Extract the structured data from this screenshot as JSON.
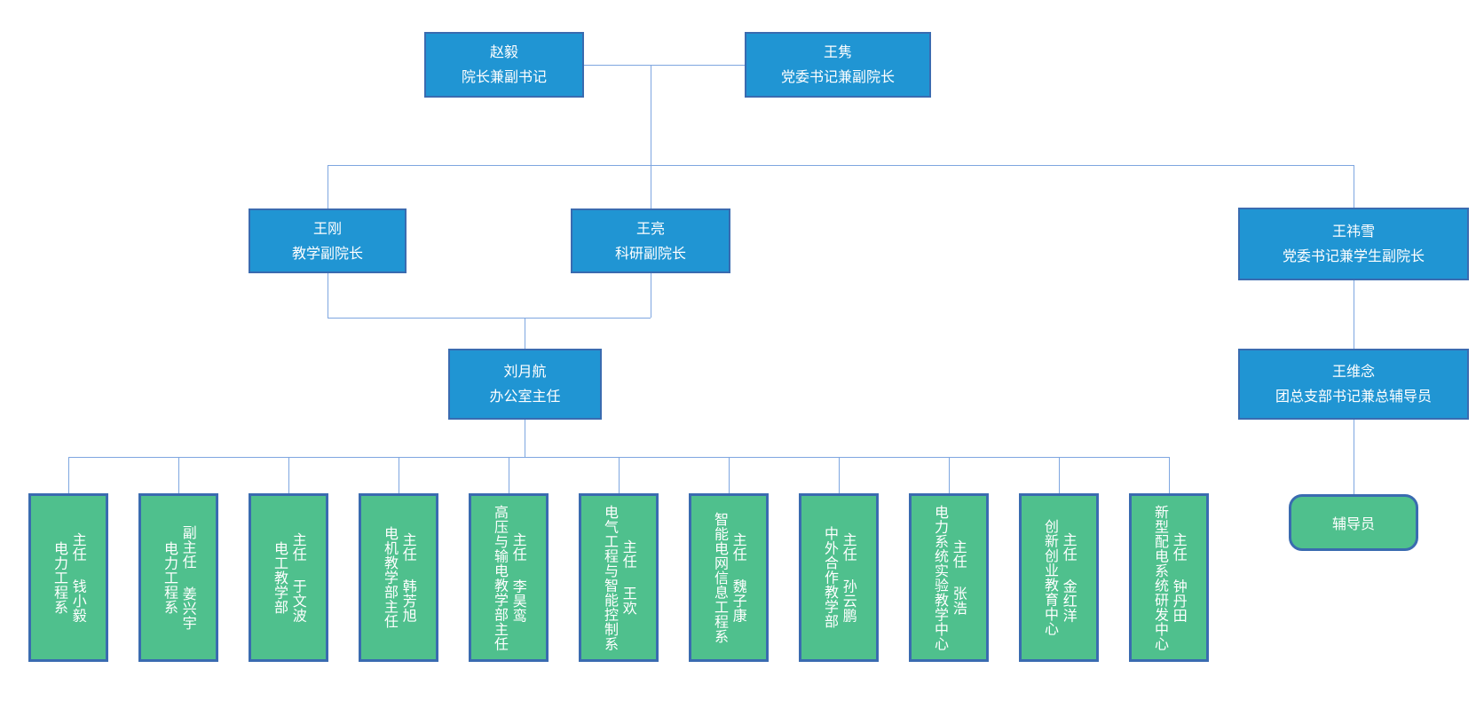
{
  "chart": {
    "type": "org-chart",
    "colors": {
      "executive_fill": "#2095d3",
      "department_fill": "#4fc08d",
      "node_border": "#3a6bb0",
      "connector": "#7ea6e0",
      "text": "#ffffff",
      "background": "#ffffff"
    },
    "executives": {
      "dean": {
        "name": "赵毅",
        "title": "院长兼副书记"
      },
      "party_secretary": {
        "name": "王隽",
        "title": "党委书记兼副院长"
      },
      "teaching_vice_dean": {
        "name": "王刚",
        "title": "教学副院长"
      },
      "research_vice_dean": {
        "name": "王亮",
        "title": "科研副院长"
      },
      "student_vice_dean": {
        "name": "王祎雪",
        "title": "党委书记兼学生副院长"
      },
      "office_director": {
        "name": "刘月航",
        "title": "办公室主任"
      },
      "league_secretary": {
        "name": "王维念",
        "title": "团总支部书记兼总辅导员"
      }
    },
    "counselor_label": "辅导员",
    "departments": [
      {
        "dept": "电力工程系",
        "leader": "主任 钱小毅"
      },
      {
        "dept": "电力工程系",
        "leader": "副主任 姜兴宇"
      },
      {
        "dept": "电工教学部",
        "leader": "主任 于文波"
      },
      {
        "dept": "电机教学部主任",
        "leader": "主任 韩芳旭"
      },
      {
        "dept": "高压与输电教学部主任",
        "leader": "主任 李昊鸾"
      },
      {
        "dept": "电气工程与智能控制系",
        "leader": "主任 王欢"
      },
      {
        "dept": "智能电网信息工程系",
        "leader": "主任 魏子康"
      },
      {
        "dept": "中外合作教学部",
        "leader": "主任 孙云鹏"
      },
      {
        "dept": "电力系统实验教学中心",
        "leader": "主任 张浩"
      },
      {
        "dept": "创新创业教育中心",
        "leader": "主任 金红洋"
      },
      {
        "dept": "新型配电系统研发中心",
        "leader": "主任 钟丹田"
      }
    ]
  }
}
